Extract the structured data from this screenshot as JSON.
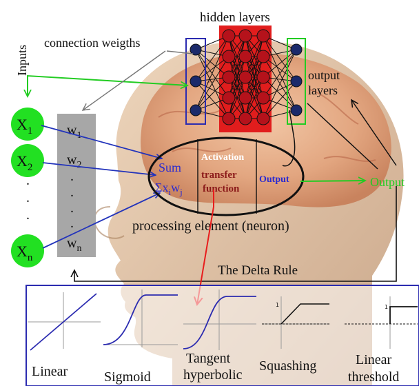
{
  "labels": {
    "hidden_layers": "hidden layers",
    "inputs": "Inputs",
    "connection_weights": "connection weigths",
    "output_layers_1": "output",
    "output_layers_2": "layers",
    "sum": "Sum",
    "sum_formula_sigma": "Σx",
    "sum_formula_i": "i",
    "sum_formula_w": "w",
    "sum_formula_j": "j",
    "activation": "Activation",
    "transfer": "transfer",
    "function": "function",
    "output_inside": "Output",
    "output_outside": "Output",
    "processing_element": "processing  element (neuron)",
    "delta_rule": "The Delta Rule"
  },
  "inputs": [
    {
      "base": "X",
      "sub": "1"
    },
    {
      "base": "X",
      "sub": "2"
    },
    {
      "base": "X",
      "sub": "n"
    }
  ],
  "input_dots": ".\n.\n.",
  "weights": [
    {
      "base": "w",
      "sub": "1"
    },
    {
      "base": "w",
      "sub": "2"
    },
    {
      "base": "w",
      "sub": "n"
    }
  ],
  "weight_dots": ".\n.\n.\n.",
  "activation_functions": [
    {
      "name": "Linear"
    },
    {
      "name": "Sigmoid"
    },
    {
      "name": "Tangent hyperbolic",
      "line1": "Tangent",
      "line2": "hyperbolic"
    },
    {
      "name": "Squashing"
    },
    {
      "name": "Linear threshold",
      "line1": "Linear",
      "line2": "threshold"
    }
  ],
  "colors": {
    "input_node": "#22e022",
    "input_arrow": "#2233bb",
    "hidden_box": "#e11d1d",
    "network_frame": "#2b2bb0",
    "output_frame": "#22cc22",
    "output_text": "#22cc22",
    "weights_bar": "#a7a7a7",
    "sum_text": "#2b2bd0",
    "transfer_text": "#8b1a1a",
    "red_arrow": "#e81c1c",
    "panel_border": "#2b2bb0",
    "skin": "#d9b08c"
  }
}
